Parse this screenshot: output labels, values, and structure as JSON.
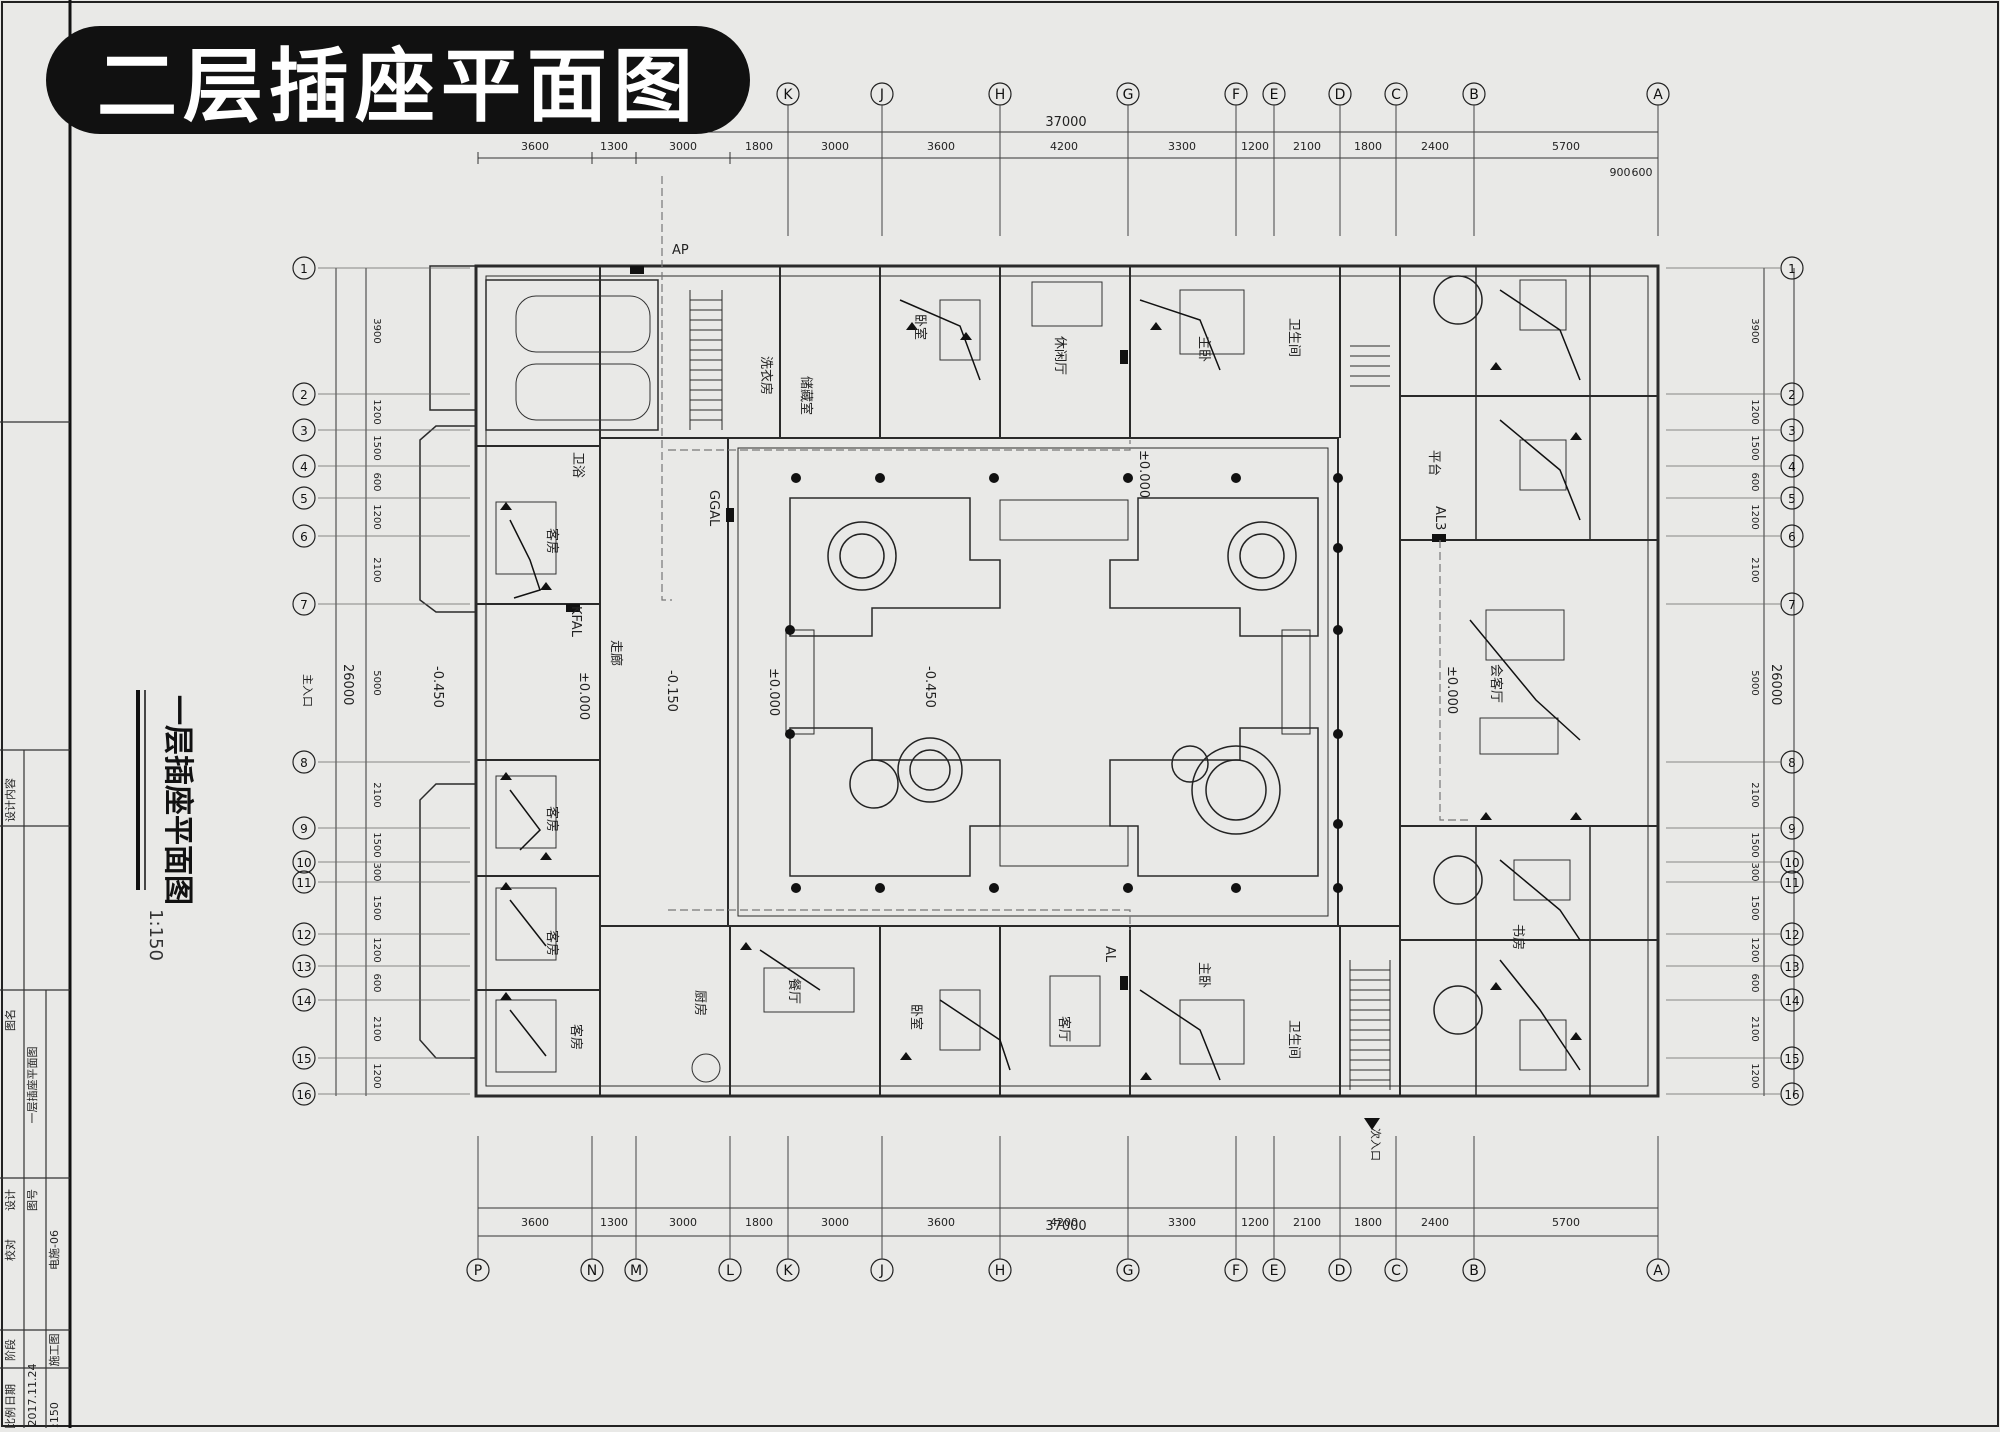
{
  "banner": {
    "title": "二层插座平面图"
  },
  "drawing": {
    "side_title": "一层插座平面图",
    "side_scale": "1:150",
    "total_width": "37000",
    "total_depth": "26000",
    "top_dims": [
      "3600",
      "1300",
      "3000",
      "1800",
      "3000",
      "3600",
      "4200",
      "3300",
      "1200",
      "2100",
      "1800",
      "2400",
      "5700"
    ],
    "small_dims": [
      "900",
      "600"
    ],
    "left_dims": [
      "3900",
      "1200",
      "1500",
      "600",
      "1200",
      "2100",
      "5000",
      "2100",
      "1500",
      "300",
      "1500",
      "1200",
      "600",
      "2100",
      "1200"
    ],
    "col_axes_top": [
      "K",
      "J",
      "H",
      "G",
      "F",
      "E",
      "D",
      "C",
      "B",
      "A"
    ],
    "col_axes_bottom": [
      "P",
      "N",
      "M",
      "L",
      "K",
      "J",
      "H",
      "G",
      "F",
      "E",
      "D",
      "C",
      "B",
      "A"
    ],
    "row_axes": [
      "1",
      "2",
      "3",
      "4",
      "5",
      "6",
      "7",
      "8",
      "9",
      "10",
      "11",
      "12",
      "13",
      "14",
      "15",
      "16"
    ],
    "labels": {
      "ap": "AP",
      "ggal": "GGAL",
      "kfal": "KFAL",
      "al3": "AL3",
      "al": "AL",
      "lev0_a": "±0.000",
      "lev0_b": "±0.000",
      "lev0_c": "±0.000",
      "lev0_d": "±0.000",
      "lev045_a": "-0.450",
      "lev045_b": "-0.450",
      "lev015": "-0.150",
      "dining": "餐厅",
      "kitchen": "厨房",
      "living": "会客厅",
      "study": "书房",
      "lounge": "休闲厅",
      "master_top": "主卧",
      "bath_top": "卫生间",
      "master_bot": "主卧",
      "bath_bot": "卫生间",
      "guest": "客厅",
      "bed_bot": "卧室",
      "terrace": "平台",
      "laundry": "洗衣房",
      "storage": "储藏室",
      "guest_a": "客房",
      "guest_b": "客房",
      "guest_c": "客房",
      "guest_d": "客房",
      "kid": "卧室",
      "entry_main": "主入口",
      "entry_back": "次入口",
      "corridor": "走廊",
      "bath_small": "卫浴"
    }
  },
  "title_block": {
    "project": "设计内容",
    "drawing_label": "图名",
    "drawing_name": "一层插座平面图",
    "phase_label": "阶段",
    "phase": "施工图",
    "date_label": "日期",
    "date": "2017.11.24",
    "scale_label": "比例",
    "scale": "1:150",
    "number_label": "图号",
    "number": "电施-06",
    "designer_label": "设计",
    "checker_label": "校对"
  }
}
